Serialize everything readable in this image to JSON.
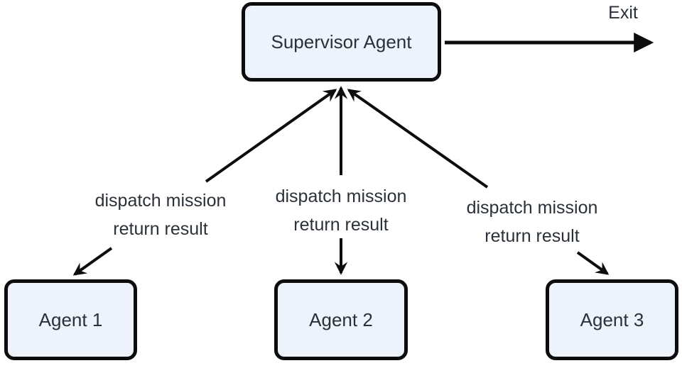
{
  "diagram": {
    "type": "flowchart",
    "nodes": {
      "supervisor": {
        "label": "Supervisor Agent"
      },
      "agent1": {
        "label": "Agent 1"
      },
      "agent2": {
        "label": "Agent 2"
      },
      "agent3": {
        "label": "Agent 3"
      }
    },
    "edges": {
      "agent1_supervisor": {
        "line1": "dispatch mission",
        "line2": "return result",
        "bidirectional": true
      },
      "agent2_supervisor": {
        "line1": "dispatch mission",
        "line2": "return result",
        "bidirectional": true
      },
      "agent3_supervisor": {
        "line1": "dispatch mission",
        "line2": "return result",
        "bidirectional": true
      }
    },
    "exit": {
      "label": "Exit"
    },
    "colors": {
      "node_fill": "#edf2fb",
      "node_border": "#0d0d0d",
      "arrow": "#0d0d0d",
      "text": "#2b3138",
      "background": "#ffffff"
    }
  }
}
